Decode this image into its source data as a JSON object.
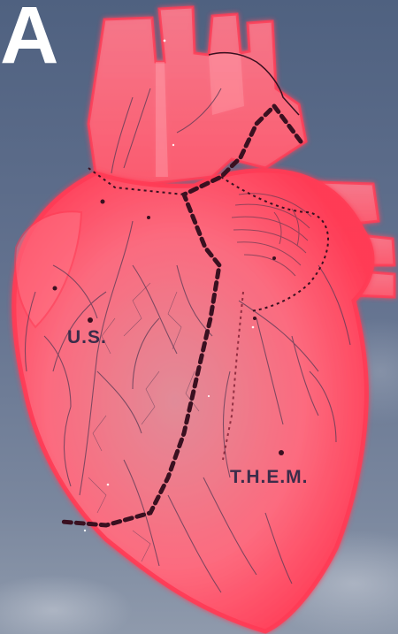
{
  "panel_letter": "A",
  "labels": {
    "region_left": "U.S.",
    "region_right": "T.H.E.M."
  },
  "colors": {
    "sky": "#5f6f8c",
    "heart_fill": "#ff5a6e",
    "heart_edge": "#ff3b55",
    "dotted_line": "#3a1020",
    "vessels": "#5a3a55",
    "label_text": "#3b2c4a",
    "panel_letter": "#ffffff"
  },
  "icons": {
    "heart": "anatomical-heart-illustration"
  }
}
